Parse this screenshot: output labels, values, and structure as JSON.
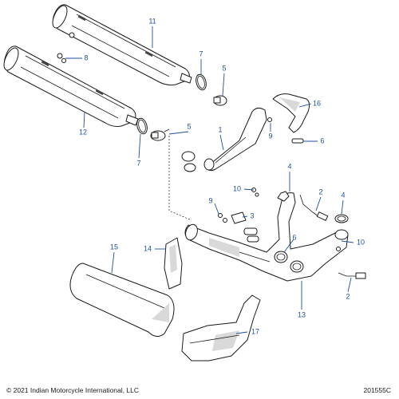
{
  "footer": {
    "copyright": "© 2021 Indian Motorcycle International, LLC",
    "drawing_number": "201555C"
  },
  "callouts": [
    {
      "id": "c11a",
      "label": "11"
    },
    {
      "id": "c8",
      "label": "8"
    },
    {
      "id": "c7a",
      "label": "7"
    },
    {
      "id": "c5a",
      "label": "5"
    },
    {
      "id": "c16",
      "label": "16"
    },
    {
      "id": "c12",
      "label": "12"
    },
    {
      "id": "c5b",
      "label": "5"
    },
    {
      "id": "c1",
      "label": "1"
    },
    {
      "id": "c9a",
      "label": "9"
    },
    {
      "id": "c6a",
      "label": "6"
    },
    {
      "id": "c7b",
      "label": "7"
    },
    {
      "id": "c4a",
      "label": "4"
    },
    {
      "id": "c10a",
      "label": "10"
    },
    {
      "id": "c2a",
      "label": "2"
    },
    {
      "id": "c4b",
      "label": "4"
    },
    {
      "id": "c9b",
      "label": "9"
    },
    {
      "id": "c3",
      "label": "3"
    },
    {
      "id": "c6b",
      "label": "6"
    },
    {
      "id": "c10b",
      "label": "10"
    },
    {
      "id": "c14",
      "label": "14"
    },
    {
      "id": "c15",
      "label": "15"
    },
    {
      "id": "c13",
      "label": "13"
    },
    {
      "id": "c2b",
      "label": "2"
    },
    {
      "id": "c17",
      "label": "17"
    }
  ],
  "colors": {
    "callout": "#1f4e9c",
    "line": "#1a1a1a"
  }
}
